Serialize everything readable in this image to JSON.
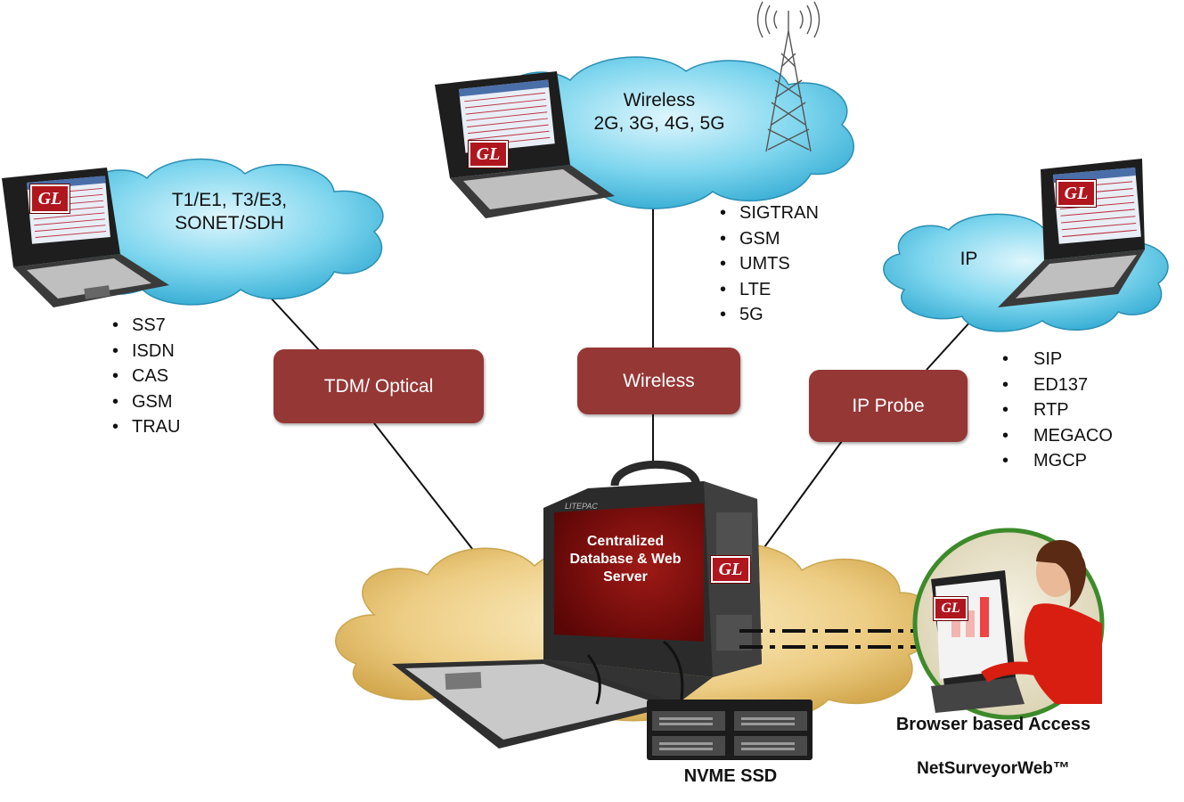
{
  "clouds": {
    "tdm": {
      "line1": "T1/E1, T3/E3,",
      "line2": "SONET/SDH"
    },
    "wireless": {
      "line1": "Wireless",
      "line2": "2G, 3G, 4G, 5G"
    },
    "ip": {
      "line1": "IP"
    }
  },
  "boxes": {
    "tdm": "TDM/ Optical",
    "wireless": "Wireless",
    "ip": "IP Probe"
  },
  "lists": {
    "tdm": [
      "SS7",
      "ISDN",
      "CAS",
      "GSM",
      "TRAU"
    ],
    "wireless": [
      "SIGTRAN",
      "GSM",
      "UMTS",
      "LTE",
      "5G"
    ],
    "ip": [
      "SIP",
      "ED137",
      "RTP",
      "MEGACO",
      "MGCP"
    ]
  },
  "bullet": "•",
  "server": {
    "brand": "LITEPAC",
    "line1": "Centralized",
    "line2": "Database & Web",
    "line3": "Server"
  },
  "logo": "GL",
  "captions": {
    "storage": "NVME SSD",
    "browser": "Browser based Access",
    "product": "NetSurveyorWeb™"
  },
  "colors": {
    "box": "#953735",
    "cloud_blue": "#5fcbe8",
    "cloud_gold": "#e8c674",
    "screen": "#7a0c0c"
  },
  "icons": [
    "laptop-icon",
    "antenna-tower-icon",
    "person-user-icon",
    "ssd-drive-icon",
    "server-computer-icon"
  ]
}
